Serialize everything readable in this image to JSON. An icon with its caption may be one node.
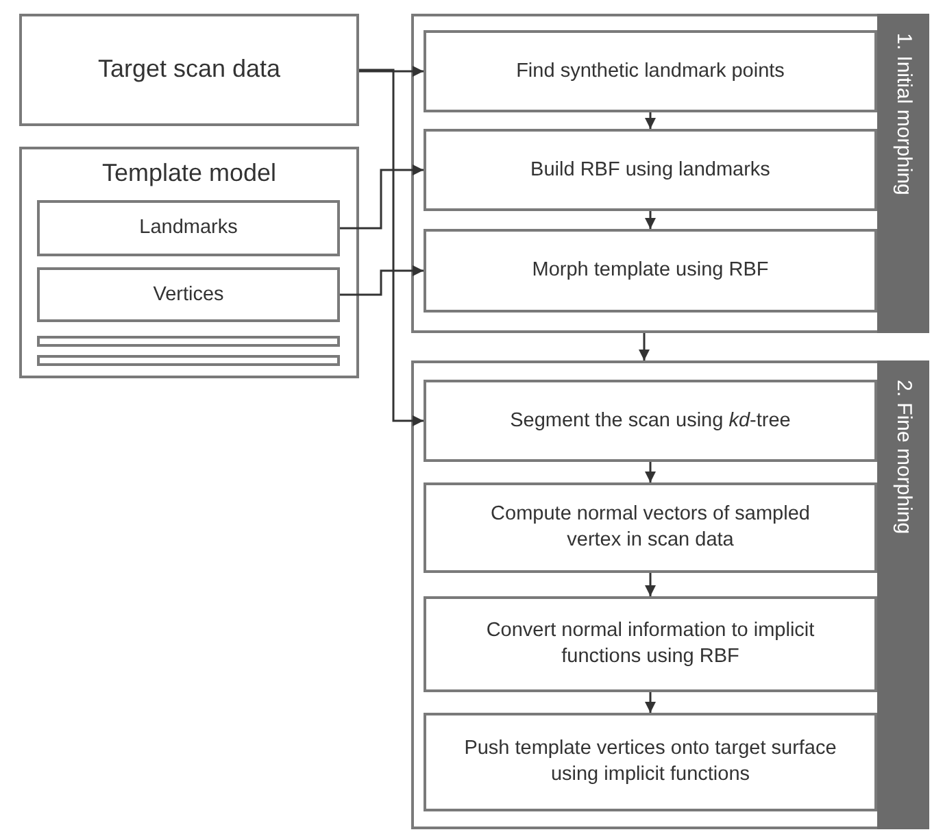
{
  "diagram": {
    "nodes": [
      {
        "text": [
          "Target scan data"
        ]
      },
      {
        "text": [
          "Template model"
        ]
      },
      {
        "text": [
          "Landmarks"
        ],
        "in": 1
      },
      {
        "text": [
          "Vertices"
        ],
        "in": 1
      },
      {
        "text": [],
        "shape": "bar",
        "in": 1
      },
      {
        "text": [],
        "shape": "bar",
        "in": 1
      },
      {
        "text": [
          "1. Initial morphing"
        ]
      },
      {
        "text": [
          "Find synthetic landmark points"
        ],
        "in": 6
      },
      {
        "text": [
          "Build RBF using landmarks"
        ],
        "in": 6
      },
      {
        "text": [
          "Morph template using RBF"
        ],
        "in": 6
      },
      {
        "text": [
          "2. Fine morphing"
        ]
      },
      {
        "text": [
          "Segment the scan using *kd*-tree"
        ],
        "in": 10
      },
      {
        "text": [
          "Compute normal vectors of sampled vertex in scan data"
        ],
        "in": 10
      },
      {
        "text": [
          "Convert normal information to implicit functions using RBF"
        ],
        "in": 10
      },
      {
        "text": [
          "Push template vertices onto target surface using implicit functions"
        ],
        "in": 10
      }
    ],
    "edges": [
      {
        "from": 0,
        "to": 7,
        "arrow": "to"
      },
      {
        "from": 0,
        "to": 11,
        "arrow": "to"
      },
      {
        "from": 2,
        "to": 8,
        "arrow": "to"
      },
      {
        "from": 3,
        "to": 9,
        "arrow": "to"
      },
      {
        "from": 7,
        "to": 8,
        "arrow": "to"
      },
      {
        "from": 8,
        "to": 9,
        "arrow": "to"
      },
      {
        "from": 6,
        "to": 10,
        "arrow": "to"
      },
      {
        "from": 11,
        "to": 12,
        "arrow": "to"
      },
      {
        "from": 12,
        "to": 13,
        "arrow": "to"
      },
      {
        "from": 13,
        "to": 14,
        "arrow": "to"
      }
    ]
  }
}
